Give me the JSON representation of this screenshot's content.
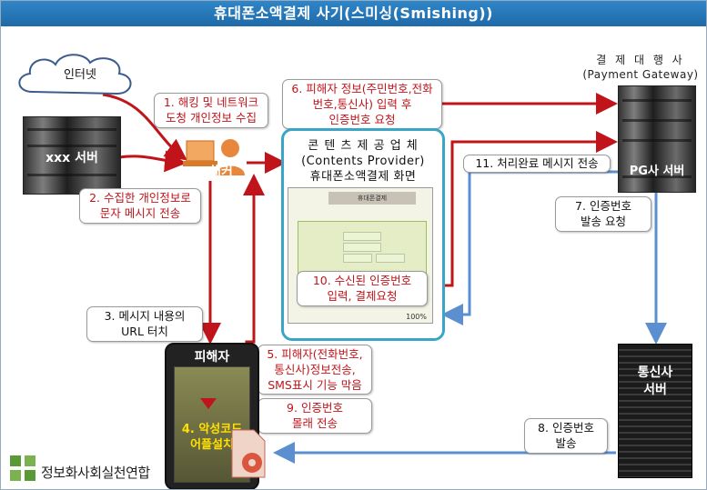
{
  "title": "휴대폰소액결제 사기(스미싱(Smishing))",
  "nodes": {
    "internet": "인터넷",
    "hacker": "해커",
    "xxx_server": "xxx 서버",
    "pg_caption_line1": "결 제 대 행 사",
    "pg_caption_line2": "(Payment Gateway)",
    "pg_server": "PG사 서버",
    "cp_line1": "콘 텐 츠 제 공 업 체",
    "cp_line2": "(Contents Provider)",
    "cp_line3": "휴대폰소액결제 화면",
    "victim": "피해자",
    "malware_line1": "4. 악성코드",
    "malware_line2": "어플설치",
    "telecom_line1": "통신사",
    "telecom_line2": "서버"
  },
  "steps": {
    "s1_line1": "1. 해킹 및 네트워크",
    "s1_line2": "도청 개인정보 수집",
    "s2_line1": "2. 수집한 개인정보로",
    "s2_line2": "문자 메시지 전송",
    "s3_line1": "3. 메시지 내용의",
    "s3_line2": "URL 터치",
    "s5_line1": "5. 피해자(전화번호,",
    "s5_line2": "통신사)정보전송,",
    "s5_line3": "SMS표시 기능 막음",
    "s6_line1": "6. 피해자 정보(주민번호,전화",
    "s6_line2": "번호,통신사) 입력 후",
    "s6_line3": "인증번호 요청",
    "s7_line1": "7. 인증번호",
    "s7_line2": "발송 요청",
    "s8_line1": "8. 인증번호",
    "s8_line2": "발송",
    "s9_line1": "9. 인증번호",
    "s9_line2": "몰래 전송",
    "s10_line1": "10. 수신된 인증번호",
    "s10_line2": "입력, 결제요청",
    "s11": "11. 처리완료 메시지 전송"
  },
  "payment_form": {
    "header": "휴대폰결제",
    "zoom": "100%"
  },
  "logo": {
    "text": "정보화사회실천연합"
  },
  "colors": {
    "title_bar": "#1f6aa8",
    "red_arrow": "#c0141a",
    "blue_arrow": "#5b8fd0",
    "cp_border": "#3aa5c6",
    "logo_green": "#5a9a36"
  }
}
